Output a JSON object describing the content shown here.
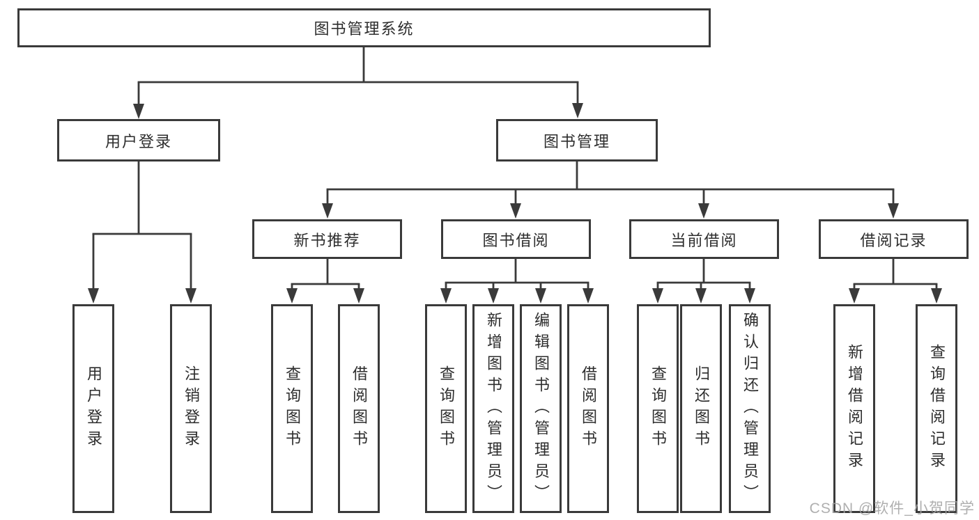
{
  "title": "图书管理系统",
  "watermark": "CSDN @软件_小贺同学",
  "colors": {
    "line": "#3a3a3a",
    "text": "#2d2d2d",
    "background": "#ffffff",
    "watermark": "#a4a4a4"
  },
  "tree": {
    "root": "图书管理系统",
    "branches": [
      {
        "label": "用户登录",
        "children": [
          "用户登录",
          "注销登录"
        ]
      },
      {
        "label": "图书管理",
        "groups": [
          {
            "label": "新书推荐",
            "children": [
              "查询图书",
              "借阅图书"
            ]
          },
          {
            "label": "图书借阅",
            "children": [
              "查询图书",
              "新增图书（管理员）",
              "编辑图书（管理员）",
              "借阅图书"
            ]
          },
          {
            "label": "当前借阅",
            "children": [
              "查询图书",
              "归还图书",
              "确认归还（管理员）"
            ]
          },
          {
            "label": "借阅记录",
            "children": [
              "新增借阅记录",
              "查询借阅记录"
            ]
          }
        ]
      }
    ]
  }
}
